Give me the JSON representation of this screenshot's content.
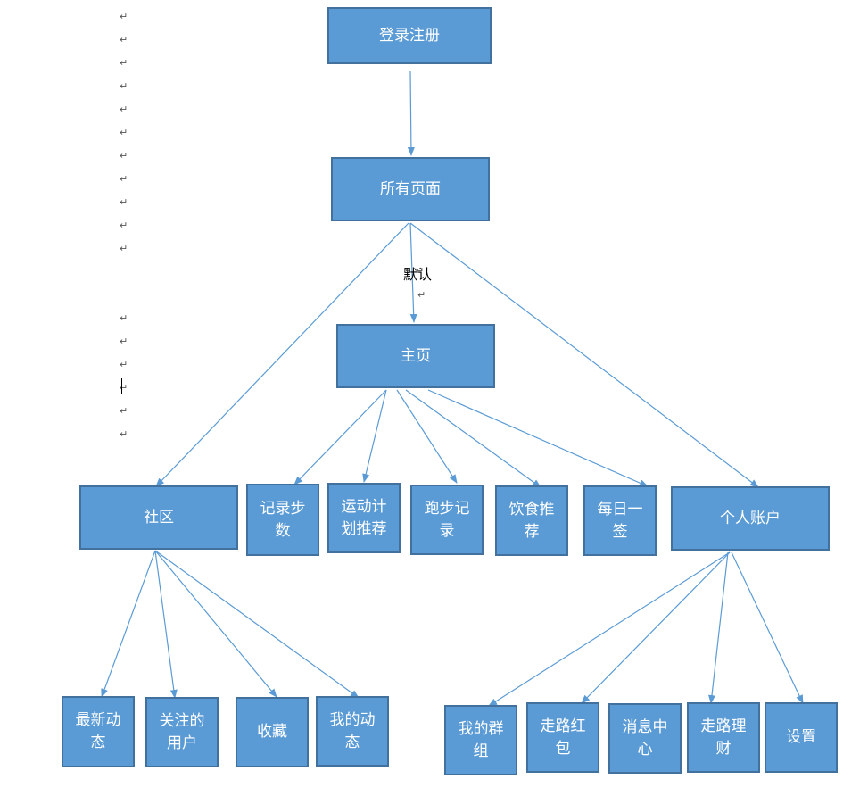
{
  "diagram": {
    "nodes": {
      "login": "登录注册",
      "all_pages": "所有页面",
      "home": "主页",
      "community": "社区",
      "record_steps": "记录步数",
      "exercise_plan": "运动计划推荐",
      "run_record": "跑步记录",
      "diet": "饮食推荐",
      "daily_sign": "每日一签",
      "account": "个人账户",
      "latest": "最新动态",
      "followed": "关注的用户",
      "favorites": "收藏",
      "my_posts": "我的动态",
      "my_groups": "我的群组",
      "red_packet": "走路红包",
      "messages": "消息中心",
      "finance": "走路理财",
      "settings": "设置"
    },
    "edge_labels": {
      "default": "默认"
    },
    "paragraph_mark": "↵",
    "colors": {
      "node_fill": "#5b9bd5",
      "node_border": "#41719c",
      "edge": "#5b9bd5",
      "node_text": "#ffffff"
    }
  }
}
